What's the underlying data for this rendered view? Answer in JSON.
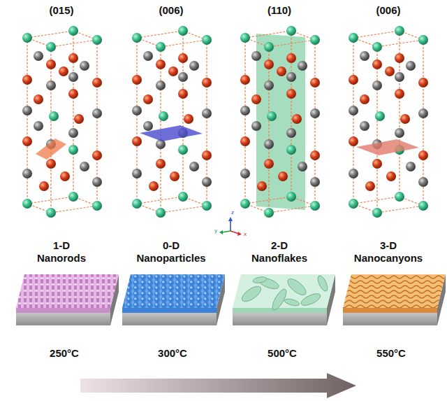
{
  "diagram": {
    "labels": [
      "(015)",
      "(006)",
      "(110)",
      "(006)",
      "z",
      "y",
      "x",
      "1-D Nanorods",
      "0-D Nanoparticles",
      "2-D Nanoflakes",
      "3-D Nanocanyons",
      "250°C",
      "300°C",
      "500°C",
      "550°C"
    ]
  }
}
